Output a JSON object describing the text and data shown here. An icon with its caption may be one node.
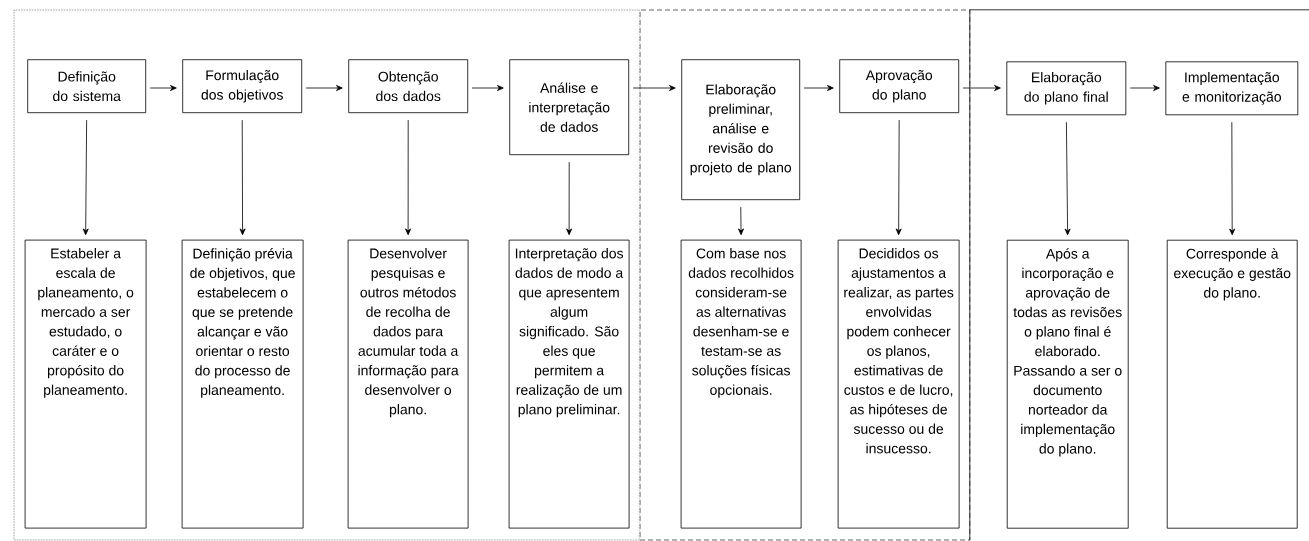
{
  "diagram": {
    "nodes": [
      {
        "text": [],
        "shape": "box"
      },
      {
        "text": [],
        "shape": "box"
      },
      {
        "text": [],
        "shape": "box"
      },
      {
        "text": [
          "Definição do sistema"
        ],
        "in": 0
      },
      {
        "text": [
          "Formulação dos objetivos"
        ],
        "in": 0
      },
      {
        "text": [
          "Obtenção dos dados"
        ],
        "in": 0
      },
      {
        "text": [
          "Análise e interpretação de dados"
        ],
        "in": 0
      },
      {
        "text": [
          "Elaboração preliminar, análise e revisão do projeto de plano"
        ],
        "in": 1
      },
      {
        "text": [
          "Aprovação do plano"
        ],
        "in": 1
      },
      {
        "text": [
          "Elaboração do plano final"
        ],
        "in": 2
      },
      {
        "text": [
          "Implementação e monitorização"
        ],
        "in": 2
      },
      {
        "text": [
          "Estabeler a escala de planeamento, o mercado a ser estudado, o caráter e o propósito do planeamento."
        ],
        "in": 0
      },
      {
        "text": [
          "Definição prévia de objetivos, que estabelecem o que se pretende alcançar e vão orientar o resto do processo de planeamento."
        ],
        "in": 0
      },
      {
        "text": [
          "Desenvolver pesquisas e outros métodos de recolha de dados para acumular toda a informação para desenvolver o plano."
        ],
        "in": 0
      },
      {
        "text": [
          "Interpretação dos dados de modo a que apresentem algum significado. São eles que permitem a realização de um plano preliminar."
        ],
        "in": 0
      },
      {
        "text": [
          "Com base nos dados recolhidos consideram-se as alternativas desenham-se e testam-se as soluções físicas opcionais."
        ],
        "in": 1
      },
      {
        "text": [
          "Decididos os ajustamentos a realizar, as partes envolvidas podem conhecer os planos, estimativas de custos e de lucro, as hipóteses de sucesso ou de insucesso."
        ],
        "in": 1
      },
      {
        "text": [
          "Após a incorporação e aprovação de todas as revisões o plano final é elaborado. Passando a ser o documento norteador da implementação do plano."
        ],
        "in": 2
      },
      {
        "text": [
          "Corresponde à execução e gestão do plano."
        ],
        "in": 2
      }
    ],
    "edges": [
      {
        "from": 3,
        "to": 4,
        "arrow": "to"
      },
      {
        "from": 4,
        "to": 5,
        "arrow": "to"
      },
      {
        "from": 5,
        "to": 6,
        "arrow": "to"
      },
      {
        "from": 6,
        "to": 7,
        "arrow": "to"
      },
      {
        "from": 7,
        "to": 8,
        "arrow": "to"
      },
      {
        "from": 8,
        "to": 9,
        "arrow": "to"
      },
      {
        "from": 9,
        "to": 10,
        "arrow": "to"
      },
      {
        "from": 3,
        "to": 11,
        "arrow": "to"
      },
      {
        "from": 4,
        "to": 12,
        "arrow": "to"
      },
      {
        "from": 5,
        "to": 13,
        "arrow": "to"
      },
      {
        "from": 6,
        "to": 14,
        "arrow": "to"
      },
      {
        "from": 7,
        "to": 15,
        "arrow": "to"
      },
      {
        "from": 8,
        "to": 16,
        "arrow": "to"
      },
      {
        "from": 9,
        "to": 17,
        "arrow": "to"
      },
      {
        "from": 10,
        "to": 18,
        "arrow": "to"
      }
    ]
  }
}
